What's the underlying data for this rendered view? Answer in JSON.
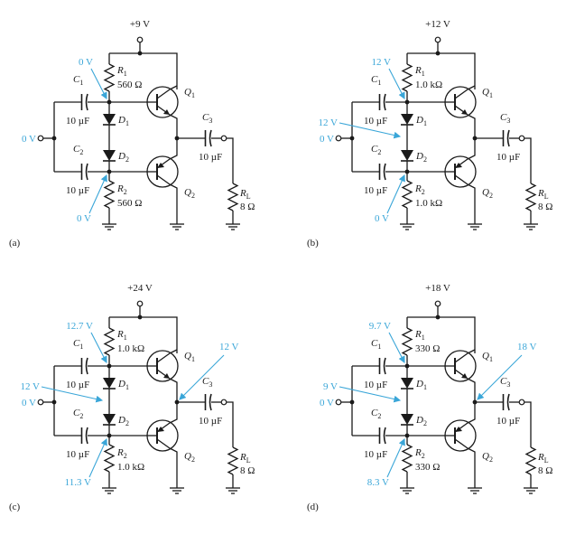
{
  "colors": {
    "annotation": "#3aa6d8",
    "ink": "#1a1a1a",
    "background": "#ffffff"
  },
  "panels": [
    {
      "caption": "(a)",
      "supply": "+9 V",
      "input_label": "0 V",
      "r1_value": "560 Ω",
      "r2_value": "560 Ω",
      "ann_top": "0 V",
      "ann_bottom": "0 V",
      "ann_mid": "",
      "ann_out": ""
    },
    {
      "caption": "(b)",
      "supply": "+12 V",
      "input_label": "0 V",
      "r1_value": "1.0 kΩ",
      "r2_value": "1.0 kΩ",
      "ann_top": "12 V",
      "ann_bottom": "0 V",
      "ann_mid": "12 V",
      "ann_out": ""
    },
    {
      "caption": "(c)",
      "supply": "+24 V",
      "input_label": "0 V",
      "r1_value": "1.0 kΩ",
      "r2_value": "1.0 kΩ",
      "ann_top": "12.7 V",
      "ann_bottom": "11.3 V",
      "ann_mid": "12 V",
      "ann_out": "12 V"
    },
    {
      "caption": "(d)",
      "supply": "+18 V",
      "input_label": "0 V",
      "r1_value": "330 Ω",
      "r2_value": "330 Ω",
      "ann_top": "9.7 V",
      "ann_bottom": "8.3 V",
      "ann_mid": "9 V",
      "ann_out": "18 V"
    }
  ],
  "common": {
    "r1": "R",
    "r1_sub": "1",
    "r2": "R",
    "r2_sub": "2",
    "rl": "R",
    "rl_sub": "L",
    "rl_value": "8 Ω",
    "c1": "C",
    "c1_sub": "1",
    "c1_value": "10 µF",
    "c2": "C",
    "c2_sub": "2",
    "c2_value": "10 µF",
    "c3": "C",
    "c3_sub": "3",
    "c3_value": "10 µF",
    "d1": "D",
    "d1_sub": "1",
    "d2": "D",
    "d2_sub": "2",
    "q1": "Q",
    "q1_sub": "1",
    "q2": "Q",
    "q2_sub": "2"
  }
}
